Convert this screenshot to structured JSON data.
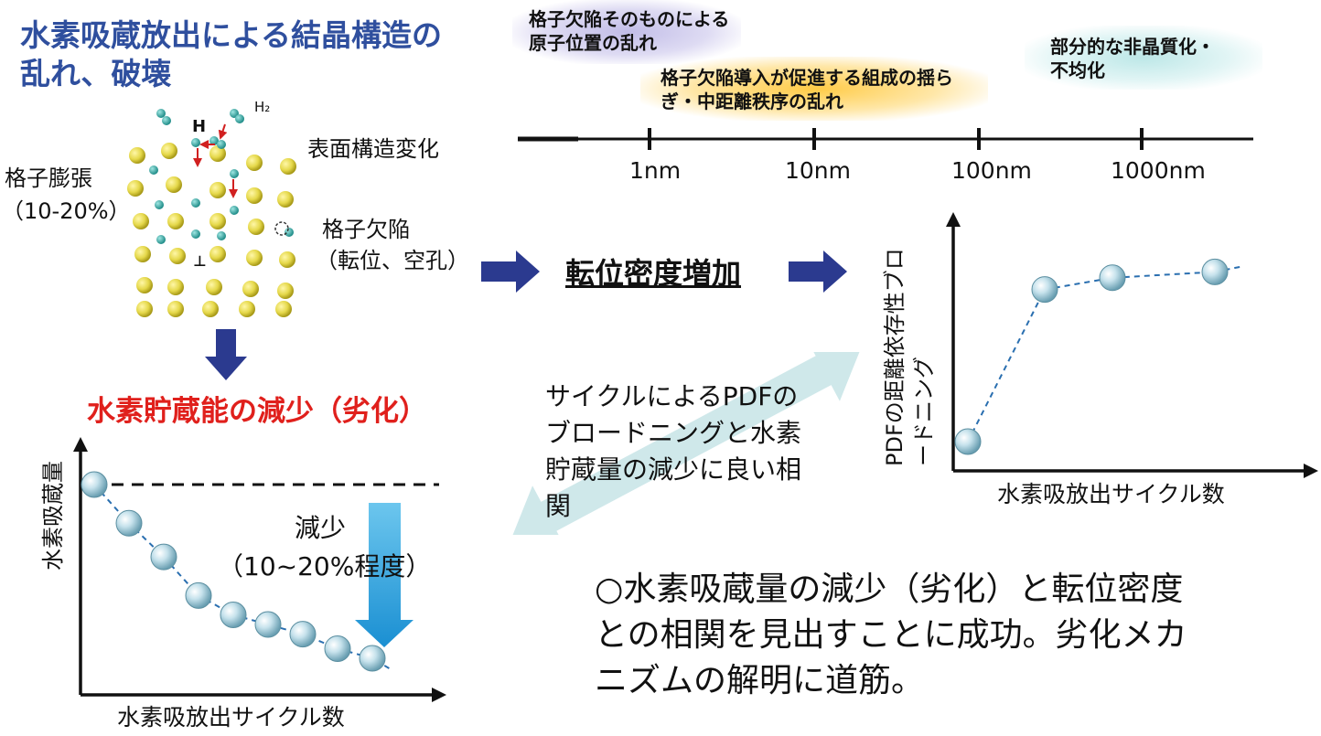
{
  "title": "水素吸蔵放出による結晶構造の乱れ、破壊",
  "crystal": {
    "h_label": "H",
    "h2_label": "H₂",
    "surface_change": "表面構造変化",
    "lattice_expansion": "格子膨張",
    "lattice_expansion_pct": "（10-20%）",
    "defect": "格子欠陥",
    "defect_types": "（転位、空孔）",
    "dislocation_symbol": "⊥"
  },
  "scale": {
    "ticks": [
      "1nm",
      "10nm",
      "100nm",
      "1000nm"
    ],
    "annotation_1": "格子欠陥そのものによる原子位置の乱れ",
    "annotation_2": "格子欠陥導入が促進する組成の揺らぎ・中距離秩序の乱れ",
    "annotation_3": "部分的な非晶質化・不均化"
  },
  "flow": {
    "dislocation_increase": "転位密度増加",
    "degradation": "水素貯蔵能の減少（劣化）",
    "correlation": "サイクルによるPDFのブロードニングと水素貯蔵量の減少に良い相関"
  },
  "left_chart": {
    "ylabel": "水素吸蔵量",
    "xlabel": "水素吸放出サイクル数",
    "decrease": "減少",
    "decrease_amount": "（10~20%程度）"
  },
  "right_chart": {
    "ylabel": "PDFの距離依存性ブロードニング",
    "xlabel": "水素吸放出サイクル数"
  },
  "conclusion": "○水素吸蔵量の減少（劣化）と転位密度との相関を見出すことに成功。劣化メカニズムの解明に道筋。",
  "colors": {
    "title_blue": "#2f4f9e",
    "arrow_navy": "#2b3a8f",
    "red": "#e0201c",
    "arrow_blue": "#2aa0dc",
    "correlation_arrow": "#cfe8ea",
    "atom_yellow": "#e5d84a",
    "atom_h": "#2fa7a2"
  },
  "chart_data": [
    {
      "type": "scatter",
      "title": "",
      "xlabel": "水素吸放出サイクル数",
      "ylabel": "水素吸蔵量",
      "x": [
        0,
        1,
        2,
        3,
        4,
        5,
        6,
        7,
        8
      ],
      "values": [
        1.0,
        0.92,
        0.85,
        0.77,
        0.73,
        0.71,
        0.69,
        0.66,
        0.64
      ],
      "reference_line": 1.0,
      "grid": false
    },
    {
      "type": "scatter",
      "title": "",
      "xlabel": "水素吸放出サイクル数",
      "ylabel": "PDFの距離依存性ブロードニング",
      "x": [
        0,
        1,
        2,
        3
      ],
      "values": [
        0.1,
        0.62,
        0.66,
        0.68
      ],
      "grid": false
    }
  ]
}
